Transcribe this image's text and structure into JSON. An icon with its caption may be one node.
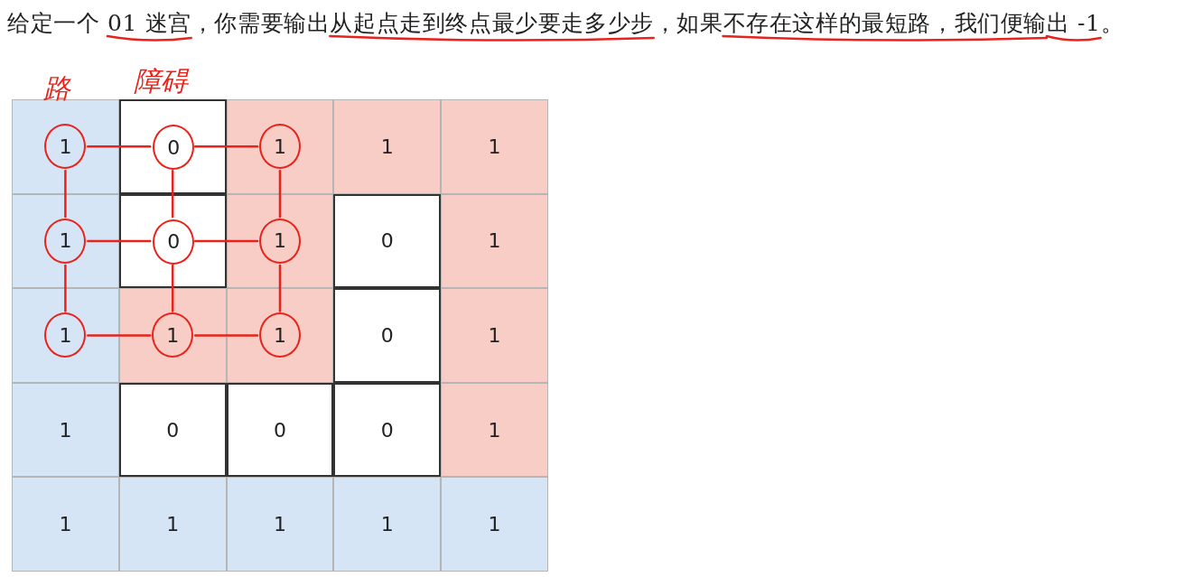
{
  "diagram": {
    "title": "给定一个 01 迷宫，你需要输出从起点走到终点最少要走多少步，如果不存在这样的最短路，我们便输出 -1。",
    "nodes": [
      {
        "text": [],
        "shape": "box"
      },
      {
        "text": [
          "1"
        ],
        "in": 0
      },
      {
        "text": [],
        "shape": "box"
      },
      {
        "text": [
          "0"
        ],
        "in": 2
      },
      {
        "text": [],
        "shape": "box"
      },
      {
        "text": [
          "1"
        ],
        "in": 4
      },
      {
        "text": [
          "1"
        ]
      },
      {
        "text": [
          "1"
        ]
      },
      {
        "text": [],
        "shape": "box"
      },
      {
        "text": [
          "1"
        ],
        "in": 8
      },
      {
        "text": [],
        "shape": "box"
      },
      {
        "text": [
          "0"
        ],
        "in": 10
      },
      {
        "text": [],
        "shape": "box"
      },
      {
        "text": [
          "1"
        ],
        "in": 12
      },
      {
        "text": [
          "0"
        ]
      },
      {
        "text": [
          "1"
        ]
      },
      {
        "text": [],
        "shape": "box"
      },
      {
        "text": [
          "1"
        ],
        "in": 16
      },
      {
        "text": [],
        "shape": "box"
      },
      {
        "text": [
          "1"
        ],
        "in": 18
      },
      {
        "text": [],
        "shape": "box"
      },
      {
        "text": [
          "1"
        ],
        "in": 20
      },
      {
        "text": [
          "0"
        ]
      },
      {
        "text": [
          "1"
        ]
      },
      {
        "text": [
          "1"
        ]
      },
      {
        "text": [
          "0"
        ]
      },
      {
        "text": [
          "0"
        ]
      },
      {
        "text": [
          "0"
        ]
      },
      {
        "text": [
          "1"
        ]
      },
      {
        "text": [
          "1"
        ]
      },
      {
        "text": [
          "1"
        ]
      },
      {
        "text": [
          "1"
        ]
      },
      {
        "text": [
          "1"
        ]
      },
      {
        "text": [
          "1"
        ]
      }
    ],
    "edges": [
      {
        "from": 1,
        "to": 3,
        "arrow": "none"
      },
      {
        "from": 3,
        "to": 5,
        "arrow": "none"
      },
      {
        "from": 1,
        "to": 9,
        "arrow": "none"
      },
      {
        "from": 3,
        "to": 11,
        "arrow": "none"
      },
      {
        "from": 5,
        "to": 13,
        "arrow": "none"
      },
      {
        "from": 9,
        "to": 11,
        "arrow": "none"
      },
      {
        "from": 11,
        "to": 13,
        "arrow": "none"
      },
      {
        "from": 9,
        "to": 17,
        "arrow": "none"
      },
      {
        "from": 11,
        "to": 19,
        "arrow": "none"
      },
      {
        "from": 13,
        "to": 21,
        "arrow": "none"
      },
      {
        "from": 17,
        "to": 19,
        "arrow": "none"
      },
      {
        "from": 19,
        "to": 21,
        "arrow": "none"
      }
    ],
    "labels": [
      "路",
      "障碍"
    ]
  }
}
